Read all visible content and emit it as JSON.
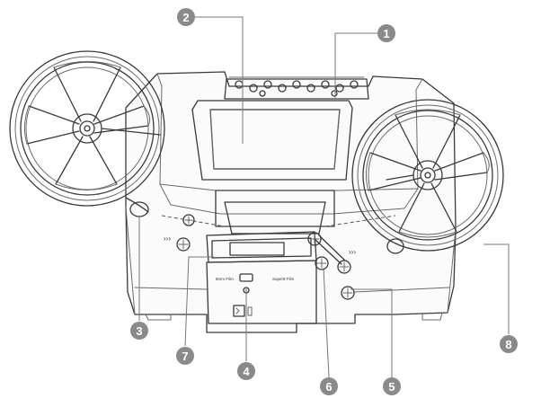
{
  "diagram": {
    "callouts": [
      {
        "number": "1"
      },
      {
        "number": "2"
      },
      {
        "number": "3"
      },
      {
        "number": "4"
      },
      {
        "number": "5"
      },
      {
        "number": "6"
      },
      {
        "number": "7"
      },
      {
        "number": "8"
      }
    ],
    "device_labels": {
      "left_film": "8mm Film",
      "right_film": "Super8 Film",
      "arrows_left": "›››",
      "arrows_right": "›››"
    },
    "colors": {
      "line": "#3a3a3a",
      "callout_badge": "#8a8a8a",
      "callout_line": "#777777"
    }
  }
}
